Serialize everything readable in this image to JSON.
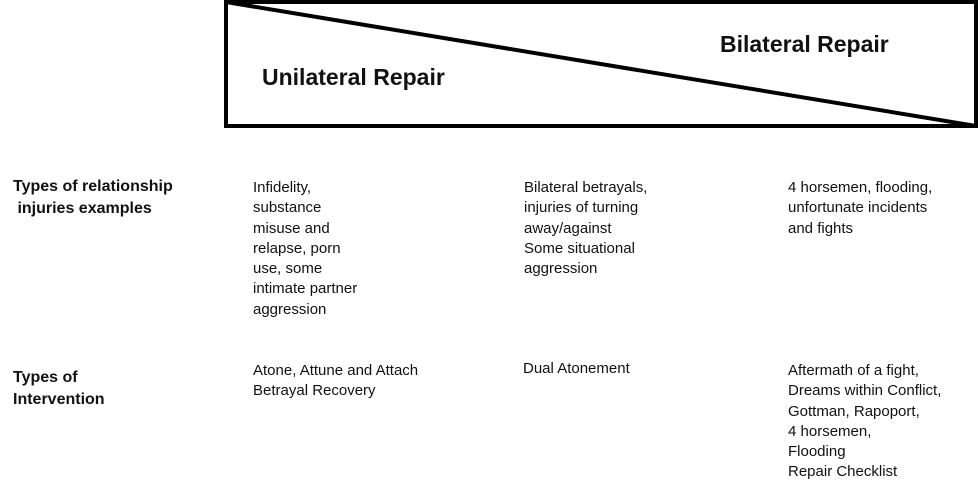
{
  "spectrum": {
    "left_label": "Unilateral Repair",
    "right_label": "Bilateral Repair"
  },
  "rows": [
    {
      "label_lines": [
        "Types of relationship",
        " injuries examples"
      ],
      "cells": [
        [
          "Infidelity,",
          "substance",
          "misuse and",
          "relapse, porn",
          "use, some",
          "intimate partner",
          "aggression"
        ],
        [
          "Bilateral betrayals,",
          "injuries of turning",
          "away/against",
          "Some situational",
          "aggression"
        ],
        [
          "4 horsemen, flooding,",
          "unfortunate incidents",
          "and fights"
        ]
      ]
    },
    {
      "label_lines": [
        "Types of",
        "Intervention"
      ],
      "cells": [
        [
          "Atone, Attune and Attach",
          "Betrayal Recovery"
        ],
        [
          "Dual Atonement"
        ],
        [
          "Aftermath of a fight,",
          "Dreams within Conflict,",
          "Gottman, Rapoport,",
          "4 horsemen,",
          "Flooding",
          "Repair Checklist"
        ]
      ]
    }
  ]
}
